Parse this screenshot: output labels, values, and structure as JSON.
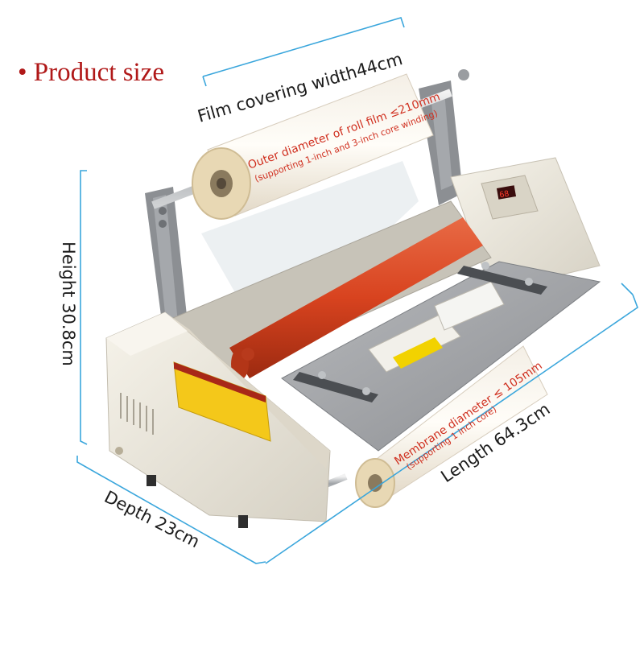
{
  "heading": "• Product size",
  "dimensions": {
    "film_width": "Film covering width44cm",
    "height": "Height 30.8cm",
    "depth": "Depth 23cm",
    "length": "Length 64.3cm"
  },
  "annotations": {
    "roll_outer_line1": "Outer diameter of roll film ≤210mm",
    "roll_outer_line2": "(supporting 1-inch and 3-inch core winding)",
    "membrane_line1": "Membrane diameter ≤ 105mm",
    "membrane_line2": "(supporting 1 inch core)"
  },
  "colors": {
    "heading": "#b01818",
    "dimension_line": "#3aa6dc",
    "annotation_text": "#d03020",
    "roller": "#d8431f",
    "body": "#ece8dd",
    "tray": "#a8aaae"
  }
}
